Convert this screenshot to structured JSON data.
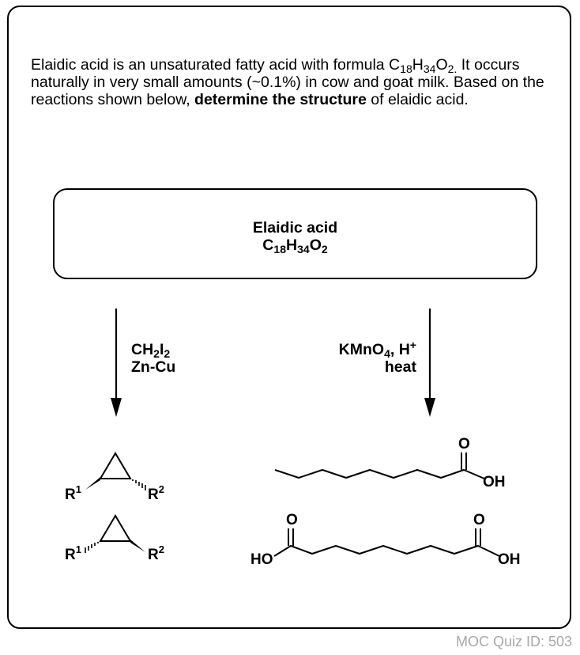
{
  "question": {
    "part1": "Elaidic acid is an unsaturated fatty acid with formula C",
    "sub1": "18",
    "part2": "H",
    "sub2": "34",
    "part3": "O",
    "sub3": "2.",
    "part4": " It occurs naturally in very small amounts (~0.1%) in cow and goat milk. Based on the reactions shown below, ",
    "emphasis": "determine the structure",
    "part5": " of elaidic acid."
  },
  "reactant": {
    "name": "Elaidic acid",
    "f_c": "C",
    "f_c_n": "18",
    "f_h": "H",
    "f_h_n": "34",
    "f_o": "O",
    "f_o_n": "2"
  },
  "left_reagents": {
    "line1_a": "CH",
    "line1_sub1": "2",
    "line1_b": "I",
    "line1_sub2": "2",
    "line2": "Zn-Cu"
  },
  "right_reagents": {
    "line1_a": "KMnO",
    "line1_sub": "4",
    "line1_b": ", H",
    "line1_sup": "+",
    "line2": "heat"
  },
  "products": {
    "r_label": "R",
    "sup1": "1",
    "sup2": "2",
    "o": "O",
    "oh": "OH",
    "ho": "HO"
  },
  "footer": {
    "quiz_id": "MOC Quiz ID: 503"
  }
}
